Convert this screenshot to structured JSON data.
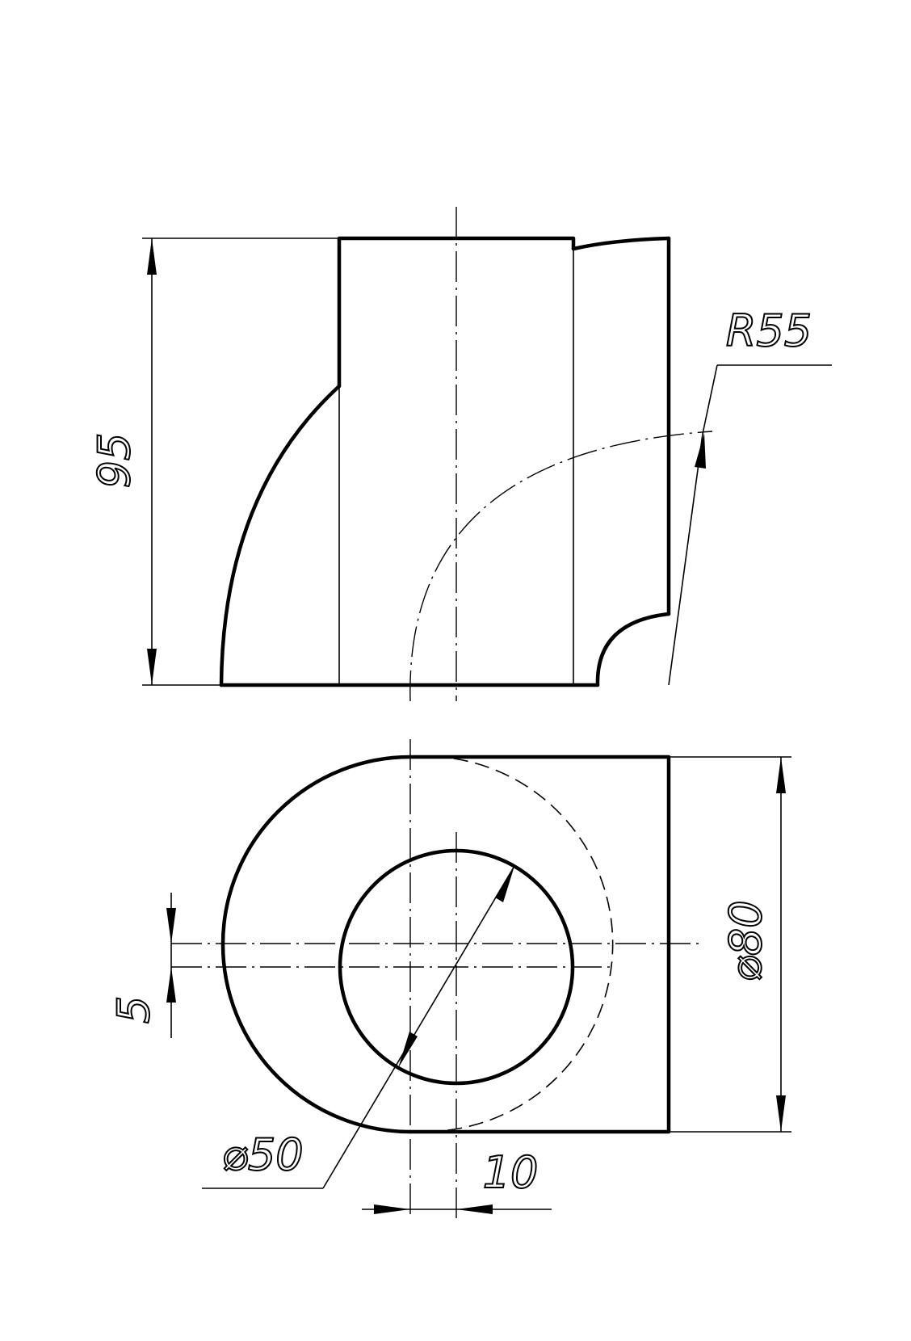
{
  "front_view": {
    "height_dim": "95",
    "radius_dim": "R55"
  },
  "top_view": {
    "outer_diameter_dim": "⌀80",
    "inner_diameter_dim": "⌀50",
    "vertical_offset_dim": "5",
    "horizontal_offset_dim": "10"
  }
}
